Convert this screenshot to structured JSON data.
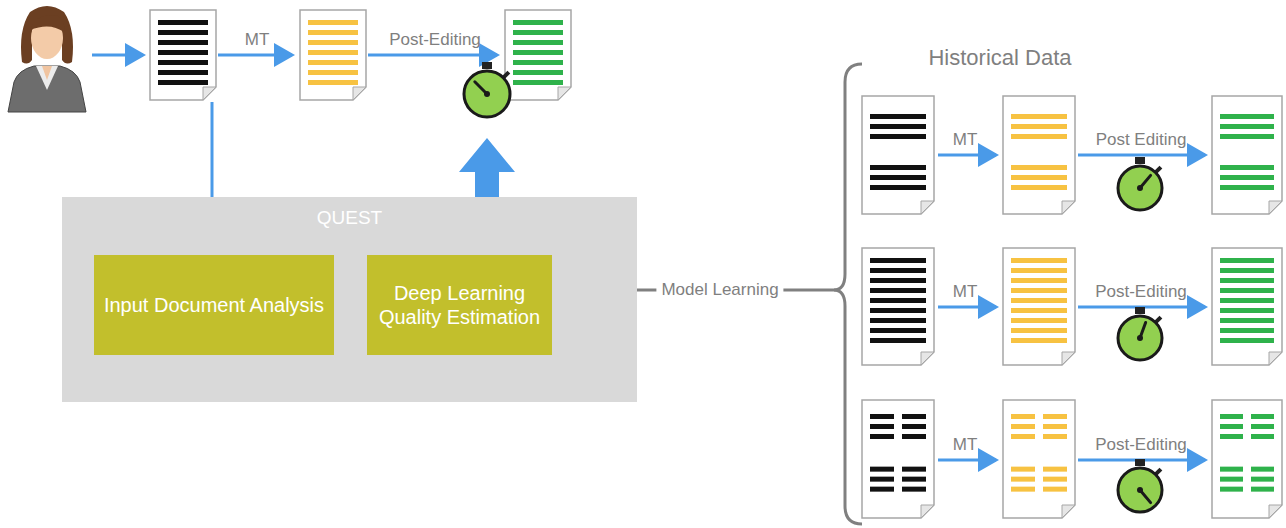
{
  "diagram": {
    "nodes": [
      {
        "text": [
          "QUEST"
        ]
      },
      {
        "text": [
          "Input Document Analysis"
        ],
        "in": 0
      },
      {
        "text": [
          "Deep Learning Quality Estimation"
        ],
        "in": 0
      }
    ],
    "edges": [
      {
        "from": 1,
        "to": 2,
        "arrow": "to"
      }
    ],
    "labels": [
      "MT",
      "Post-Editing",
      "Historical Data",
      "Model Learning",
      "MT",
      "Post Editing",
      "MT",
      "Post-Editing",
      "MT",
      "Post-Editing"
    ]
  }
}
